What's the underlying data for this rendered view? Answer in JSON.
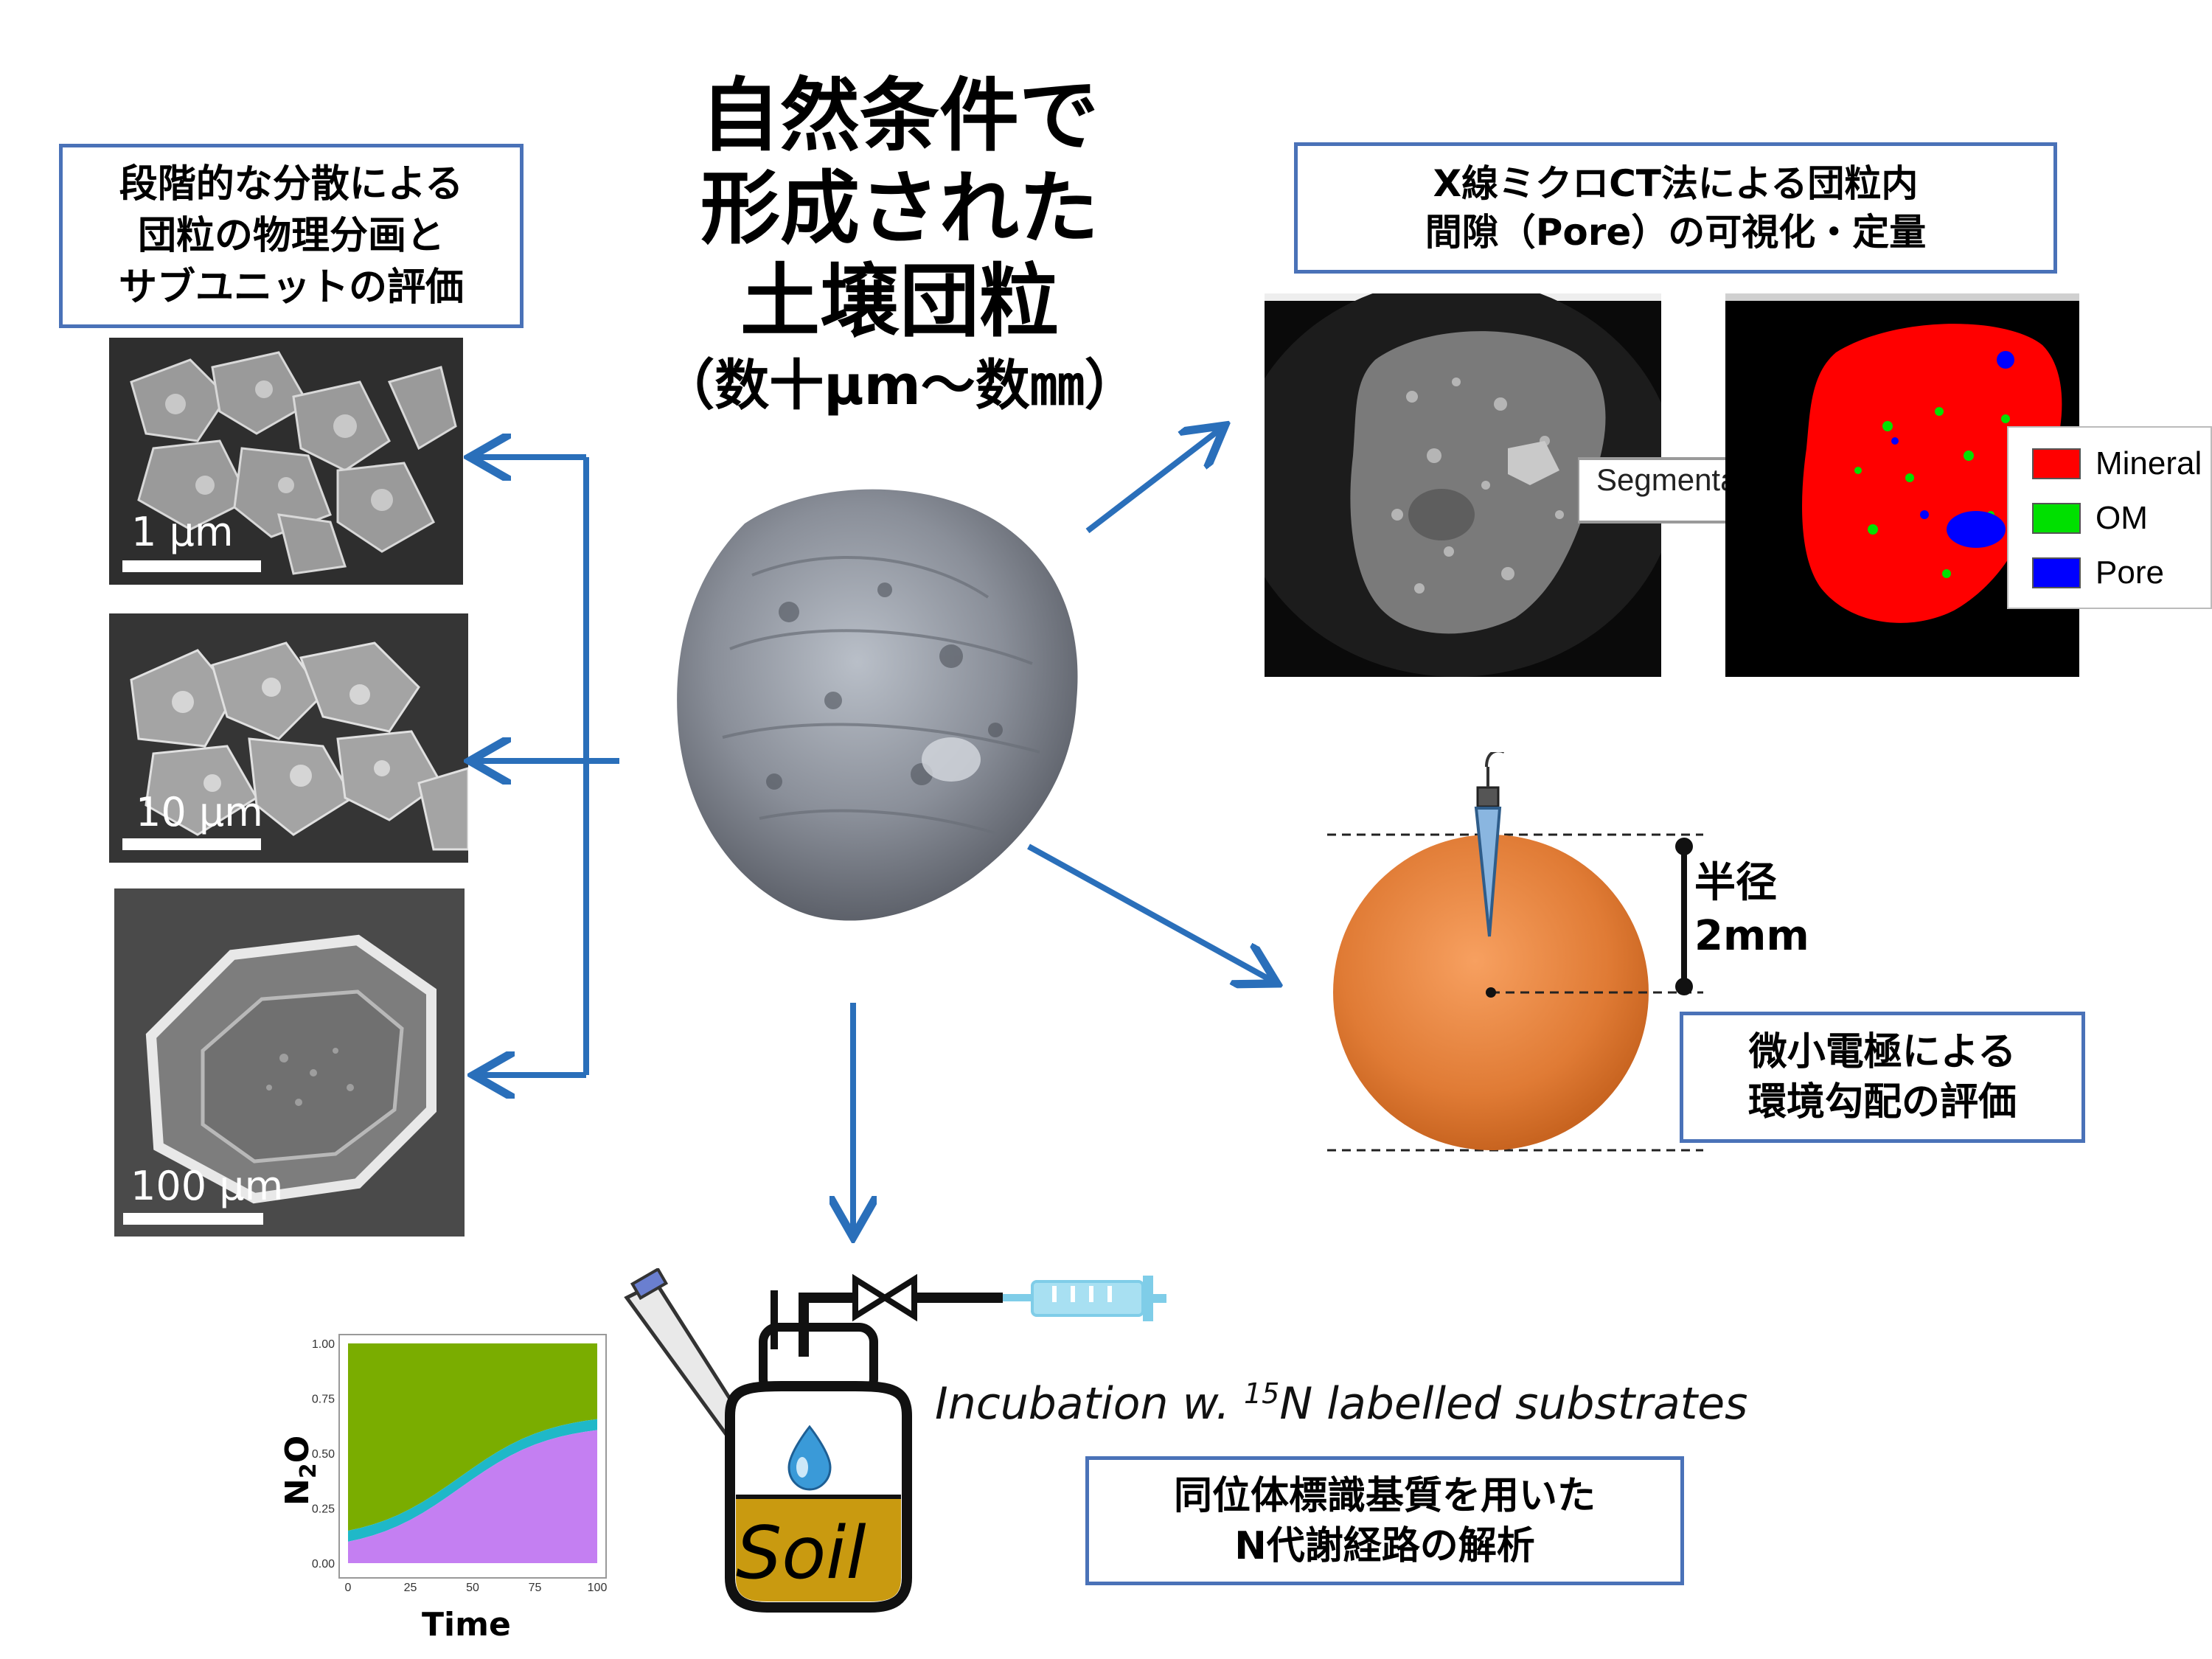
{
  "center_title": {
    "line1": "自然条件で",
    "line2": "形成された",
    "line3": "土壌団粒",
    "line4": "（数十μm～数㎜）"
  },
  "box_left": {
    "line1": "段階的な分散による",
    "line2": "団粒の物理分画と",
    "line3": "サブユニットの評価"
  },
  "box_ct": {
    "line1": "X線ミクロCT法による団粒内",
    "line2": "間隙（Pore）の可視化・定量"
  },
  "box_electrode": {
    "line1": "微小電極による",
    "line2": "環境勾配の評価"
  },
  "box_isotope": {
    "line1": "同位体標識基質を用いた",
    "line2": "N代謝経路の解析"
  },
  "sem_images": [
    {
      "scale": "1 μm"
    },
    {
      "scale": "10 μm"
    },
    {
      "scale": "100 μm"
    }
  ],
  "ct": {
    "arrow_label": "Segmentation",
    "legend": [
      {
        "label": "Mineral",
        "color": "#ff0000"
      },
      {
        "label": "OM",
        "color": "#00e000"
      },
      {
        "label": "Pore",
        "color": "#0000ff"
      }
    ]
  },
  "electrode": {
    "radius_label_1": "半径",
    "radius_label_2": "2mm",
    "sphere_color": "#e07b35"
  },
  "incubation": {
    "prefix": "Incubation w. ",
    "superscript": "15",
    "suffix": "N labelled substrates",
    "jar_label": "Soil"
  },
  "mini_chart": {
    "ylabel_main": "N",
    "ylabel_sub": "2",
    "ylabel_end": "O",
    "xlabel": "Time",
    "x_ticks": [
      "0",
      "25",
      "50",
      "75",
      "100"
    ],
    "y_ticks": [
      "0.00",
      "0.25",
      "0.50",
      "0.75",
      "1.00"
    ]
  },
  "colors": {
    "accent_blue": "#2a6fba",
    "box_border": "#4a72b8",
    "chart_green": "#7aad00",
    "chart_cyan": "#1fb8c8",
    "chart_purple": "#c47ff2"
  }
}
